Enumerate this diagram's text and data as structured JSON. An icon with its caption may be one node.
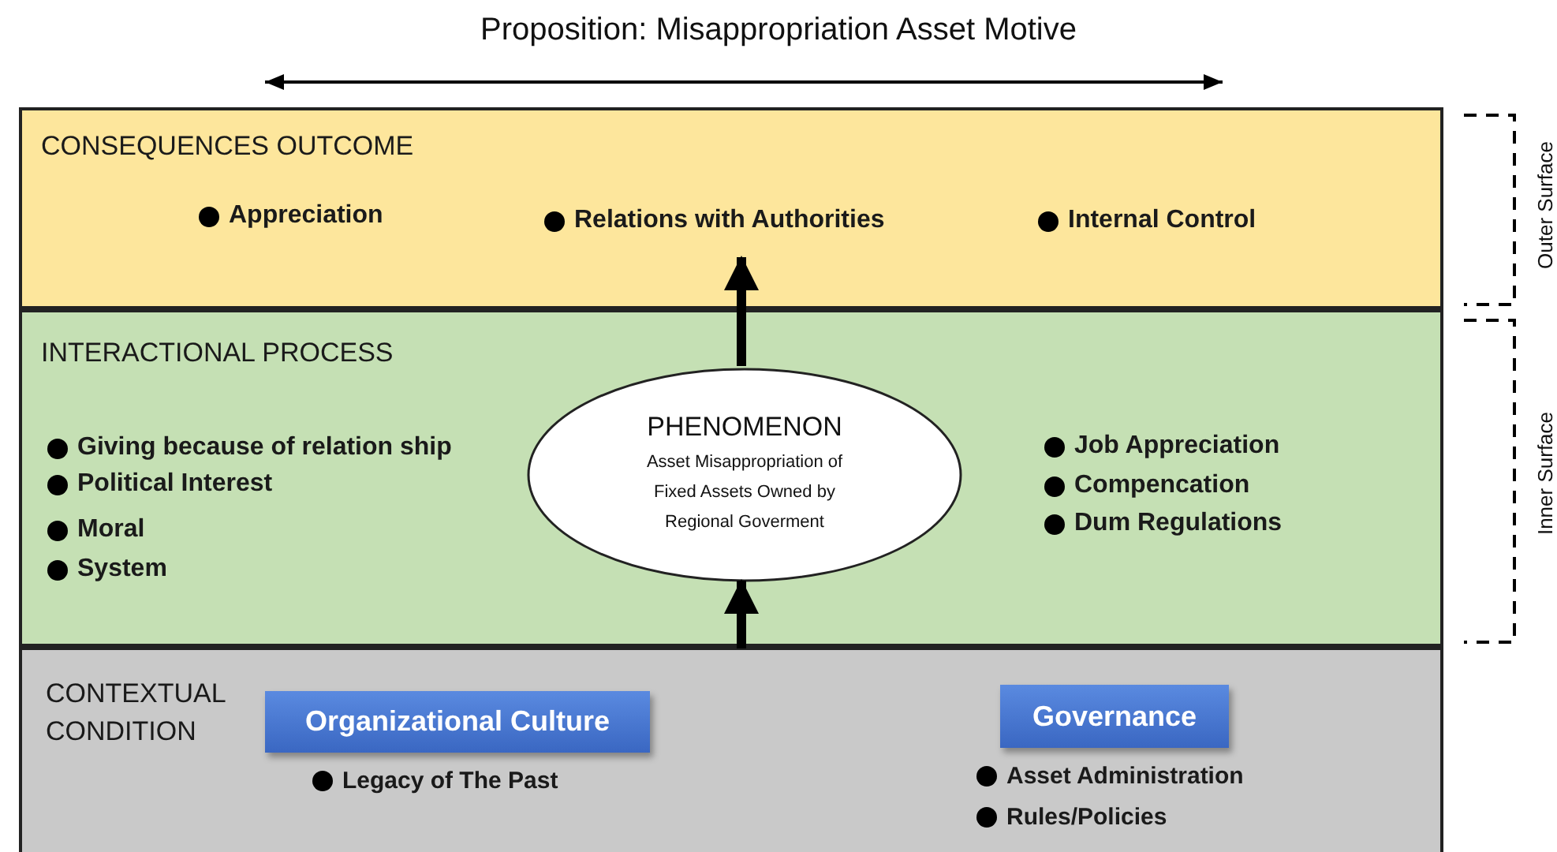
{
  "diagram": {
    "title": "Proposition: Misappropriation Asset Motive",
    "nodes": [
      {
        "text": [
          "CONSEQUENCES OUTCOME",
          "Appreciation",
          "Relations with Authorities",
          "Internal Control"
        ]
      },
      {
        "text": [
          "INTERACTIONAL PROCESS",
          "Giving because of relation ship",
          "Political Interest",
          "Moral",
          "System",
          "Job Appreciation",
          "Compencation",
          "Dum Regulations"
        ]
      },
      {
        "text": [
          "PHENOMENON",
          "Asset Misappropriation of Fixed Assets Owned by Regional Goverment"
        ],
        "in": 1
      },
      {
        "text": [
          "CONTEXTUAL CONDITION"
        ]
      },
      {
        "text": [
          "Organizational Culture"
        ],
        "in": 3,
        "beside": [
          "Legacy of The  Past"
        ]
      },
      {
        "text": [
          "Governance"
        ],
        "in": 3,
        "beside": [
          "Asset Administration",
          "Rules/Policies"
        ]
      }
    ],
    "edges": [
      {
        "from": 3,
        "to": 2,
        "arrow": "to"
      },
      {
        "from": 2,
        "to": 0,
        "arrow": "to"
      }
    ],
    "labels": [
      "Outer Surface",
      "Inner Surface"
    ]
  }
}
